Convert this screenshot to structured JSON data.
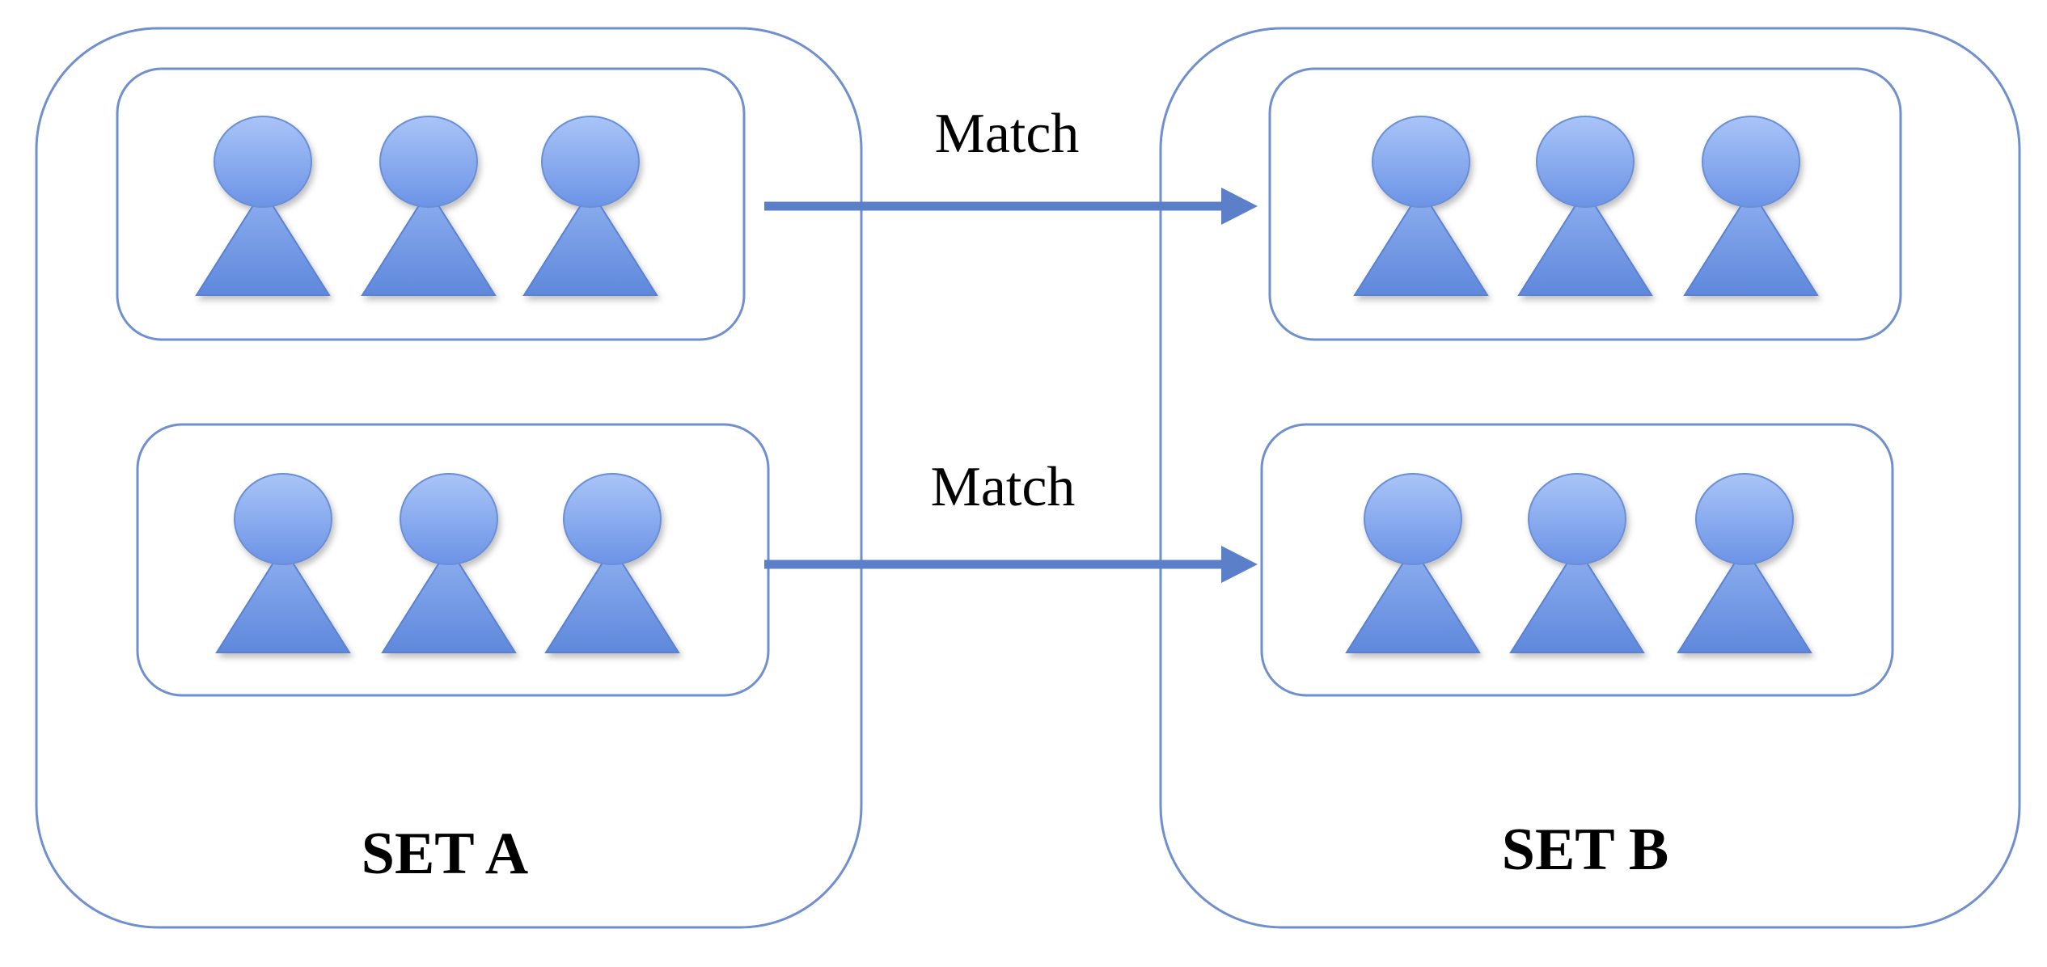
{
  "sets": [
    {
      "label": "SET A"
    },
    {
      "label": "SET B"
    }
  ],
  "matches": [
    {
      "label": "Match"
    },
    {
      "label": "Match"
    }
  ],
  "colors": {
    "outline": "#6f8fcf",
    "person_fill": "#6b93e6",
    "arrow": "#5b7fc8",
    "text": "#000000"
  },
  "icons": {
    "person": "person-icon"
  },
  "people_per_group": 3
}
